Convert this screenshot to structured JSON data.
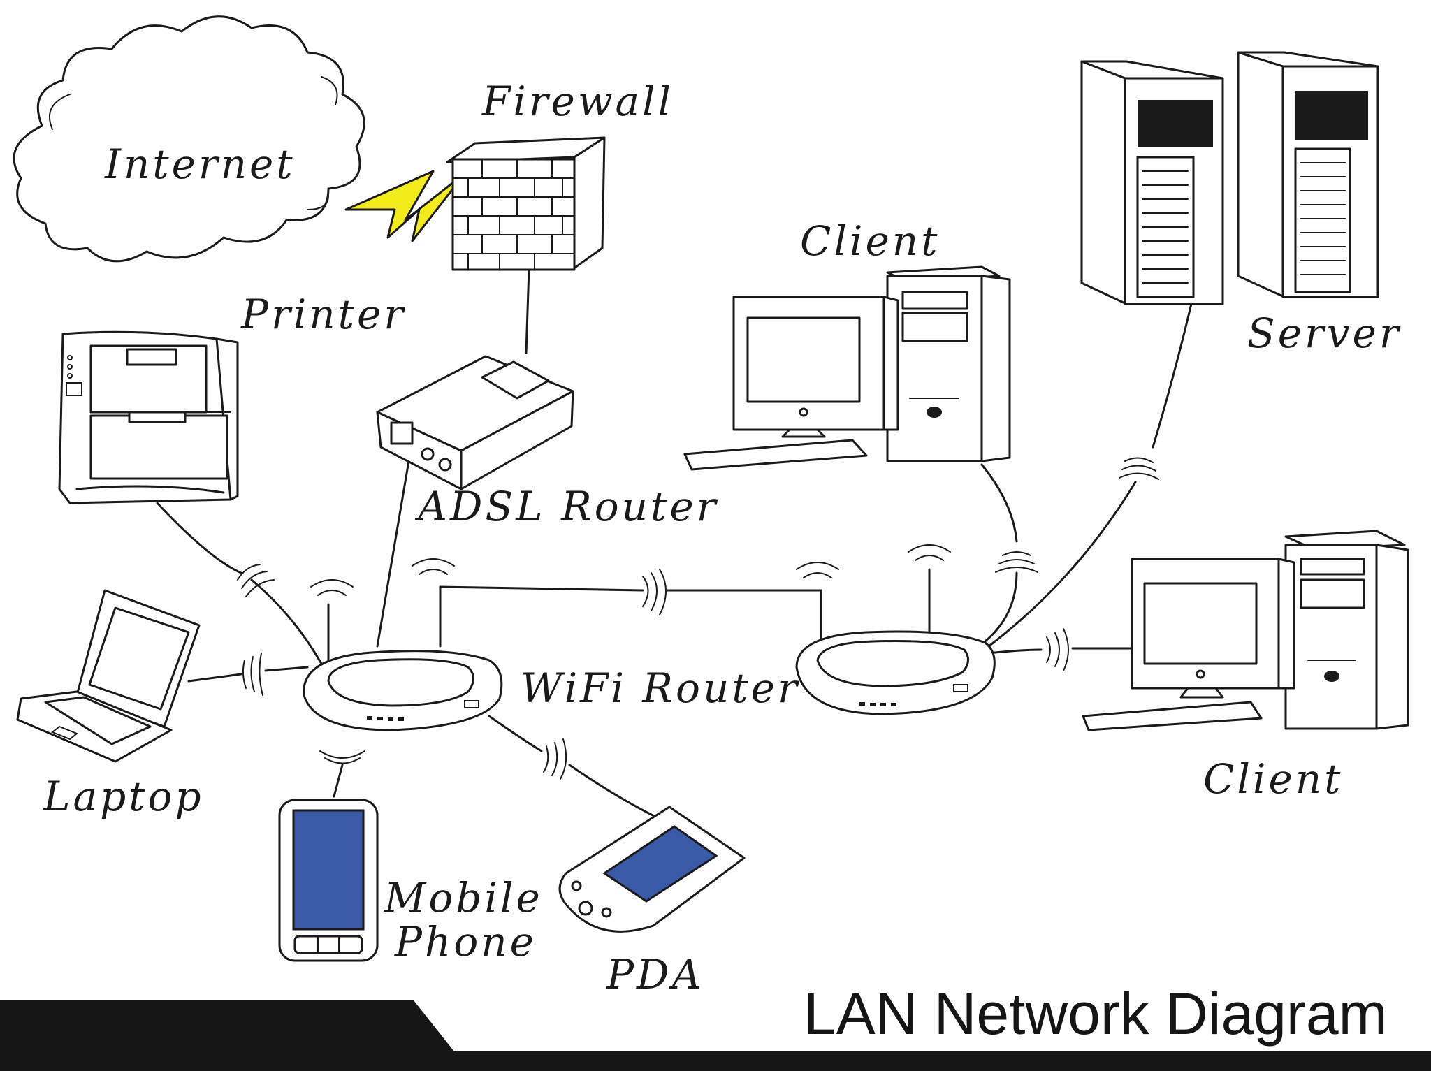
{
  "title": "LAN Network Diagram",
  "labels": {
    "internet": "Internet",
    "firewall": "Firewall",
    "printer": "Printer",
    "adsl_router": "ADSL Router",
    "client_top": "Client",
    "server": "Server",
    "wifi_router": "WiFi Router",
    "laptop": "Laptop",
    "mobile_phone_line1": "Mobile",
    "mobile_phone_line2": "Phone",
    "pda": "PDA",
    "client_right": "Client"
  },
  "colors": {
    "ink": "#1a1a1a",
    "lightning": "#f2ec1a",
    "screen_blue": "#3a5aa8",
    "footer_bar": "#161616"
  }
}
